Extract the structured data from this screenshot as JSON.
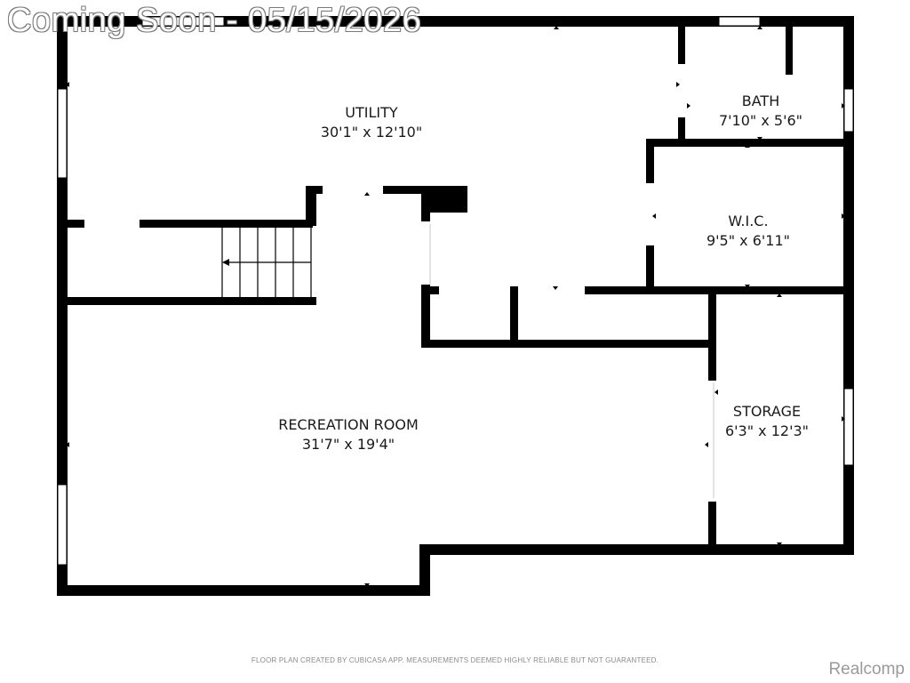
{
  "watermark": "Coming Soon - 05/15/2026",
  "rooms": [
    {
      "name": "UTILITY",
      "size": "30'1\" x 12'10\""
    },
    {
      "name": "BATH",
      "size": "7'10\" x 5'6\""
    },
    {
      "name": "W.I.C.",
      "size": "9'5\" x 6'11\""
    },
    {
      "name": "RECREATION ROOM",
      "size": "31'7\" x 19'4\""
    },
    {
      "name": "STORAGE",
      "size": "6'3\" x 12'3\""
    }
  ],
  "footer_note": "FLOOR PLAN CREATED BY CUBICASA APP. MEASUREMENTS DEEMED HIGHLY RELIABLE BUT NOT GUARANTEED.",
  "brand": "Realcomp",
  "colors": {
    "wall": "#000000",
    "background": "#ffffff",
    "label": "#1a1a1a"
  }
}
